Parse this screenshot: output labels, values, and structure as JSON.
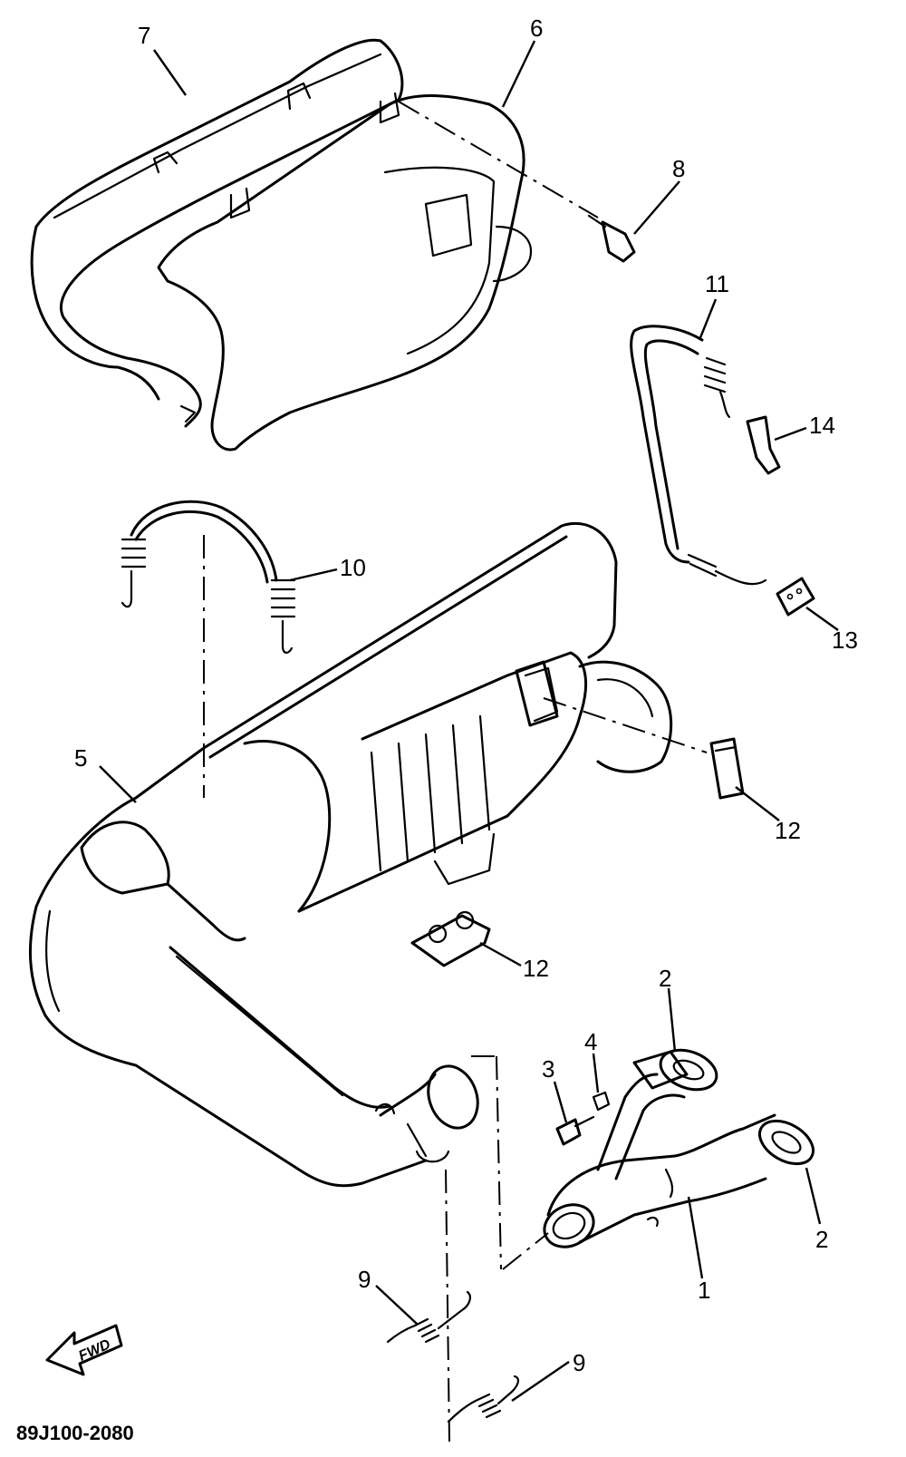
{
  "callouts": {
    "c1": "1",
    "c2a": "2",
    "c2b": "2",
    "c3": "3",
    "c4": "4",
    "c5": "5",
    "c6": "6",
    "c7": "7",
    "c8": "8",
    "c9a": "9",
    "c9b": "9",
    "c10": "10",
    "c11": "11",
    "c12a": "12",
    "c12b": "12",
    "c13": "13",
    "c14": "14"
  },
  "fwd_label": "FWD",
  "drawing_code": "89J100-2080"
}
